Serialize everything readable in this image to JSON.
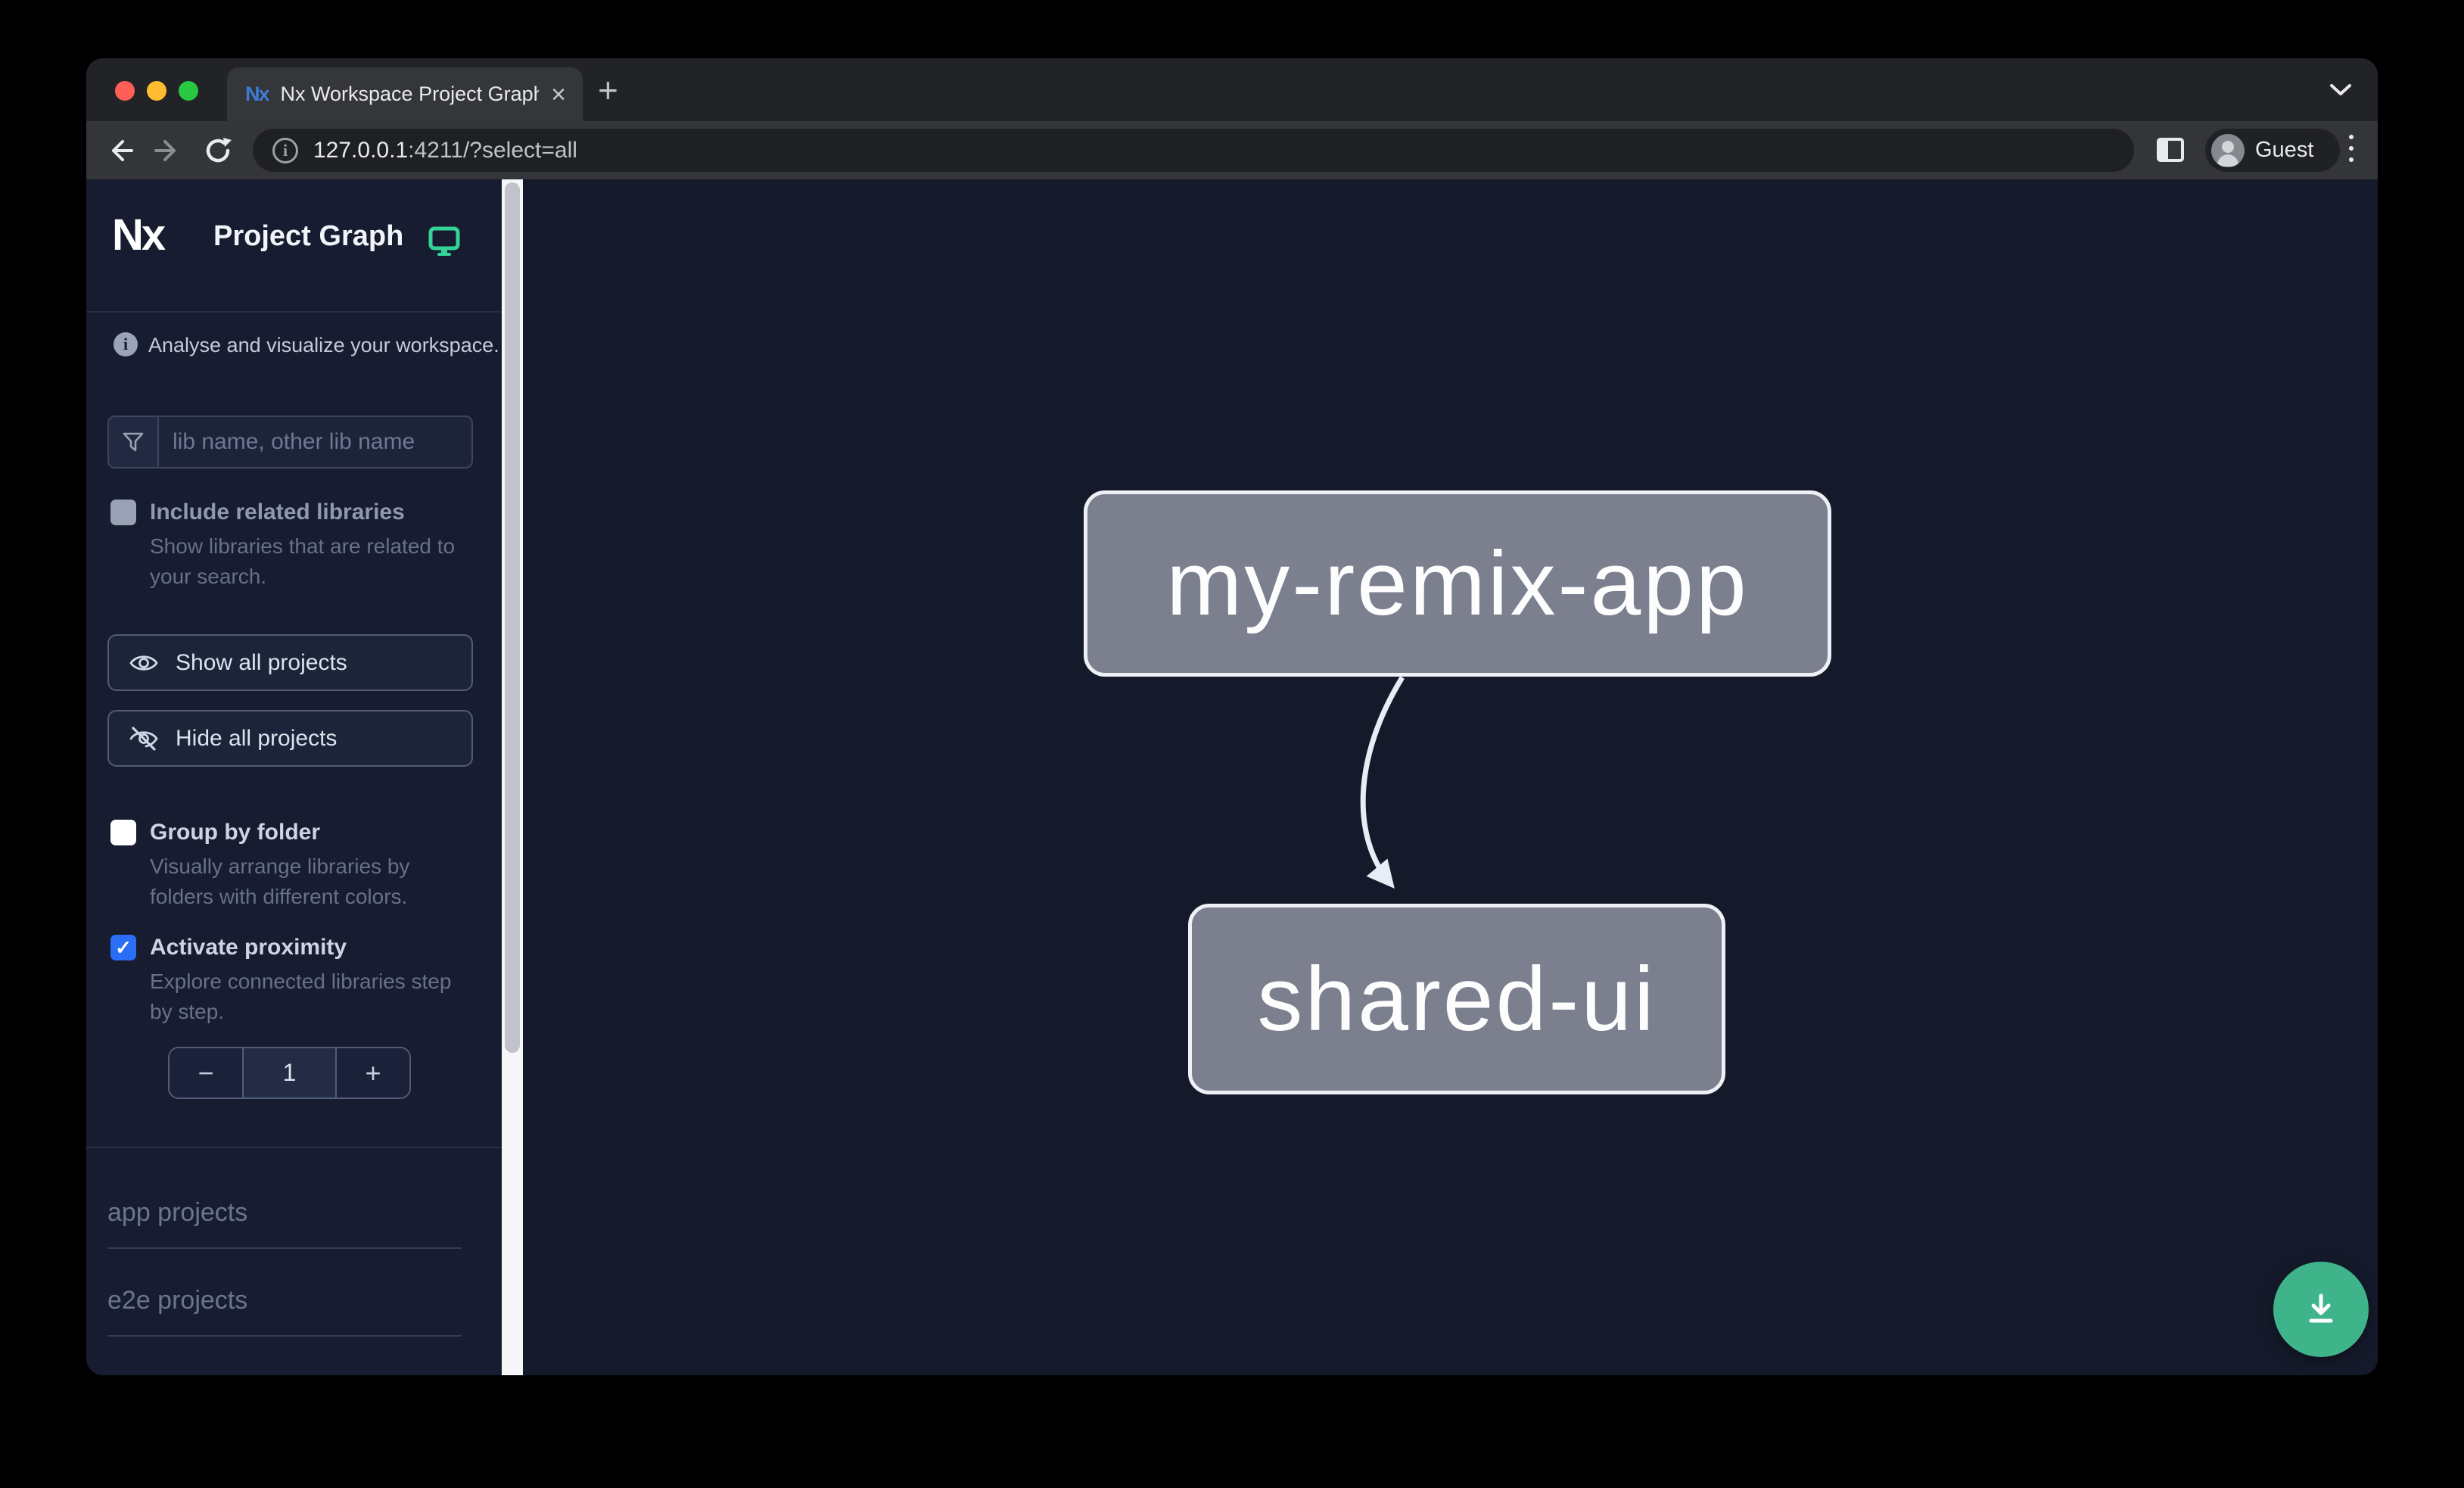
{
  "browser": {
    "tab": {
      "title": "Nx Workspace Project Graph",
      "close_glyph": "×"
    },
    "new_tab_glyph": "+",
    "url_host": "127.0.0.1",
    "url_path": ":4211/?select=all",
    "profile_label": "Guest",
    "info_glyph": "i"
  },
  "sidebar": {
    "logo_text": "Nx",
    "app_title": "Project Graph",
    "info_glyph": "i",
    "info_text": "Analyse and visualize your workspace.",
    "filter_placeholder": "lib name, other lib name",
    "checkboxes": [
      {
        "label": "Include related libraries",
        "description": "Show libraries that are related to your search.",
        "checked": false,
        "disabled": true
      },
      {
        "label": "Group by folder",
        "description": "Visually arrange libraries by folders with different colors.",
        "checked": false,
        "disabled": false
      },
      {
        "label": "Activate proximity",
        "description": "Explore connected libraries step by step.",
        "checked": true,
        "disabled": false,
        "check_glyph": "✓"
      }
    ],
    "buttons": [
      {
        "label": "Show all projects",
        "icon": "eye-icon"
      },
      {
        "label": "Hide all projects",
        "icon": "eye-off-icon"
      }
    ],
    "stepper": {
      "decrement": "−",
      "value": "1",
      "increment": "+"
    },
    "sections": [
      {
        "label": "app projects"
      },
      {
        "label": "e2e projects"
      }
    ]
  },
  "graph": {
    "nodes": [
      {
        "id": "my-remix-app"
      },
      {
        "id": "shared-ui"
      }
    ],
    "edges": [
      {
        "source": "my-remix-app",
        "target": "shared-ui"
      }
    ]
  },
  "colors": {
    "accent_blue": "#2b6ef6",
    "brand_teal": "#34d399",
    "fab_green": "#3fb48a",
    "node_fill": "#7b7f8e",
    "node_border": "#eef0f6",
    "canvas_bg": "#151a2b",
    "sidebar_bg": "#171c30"
  }
}
